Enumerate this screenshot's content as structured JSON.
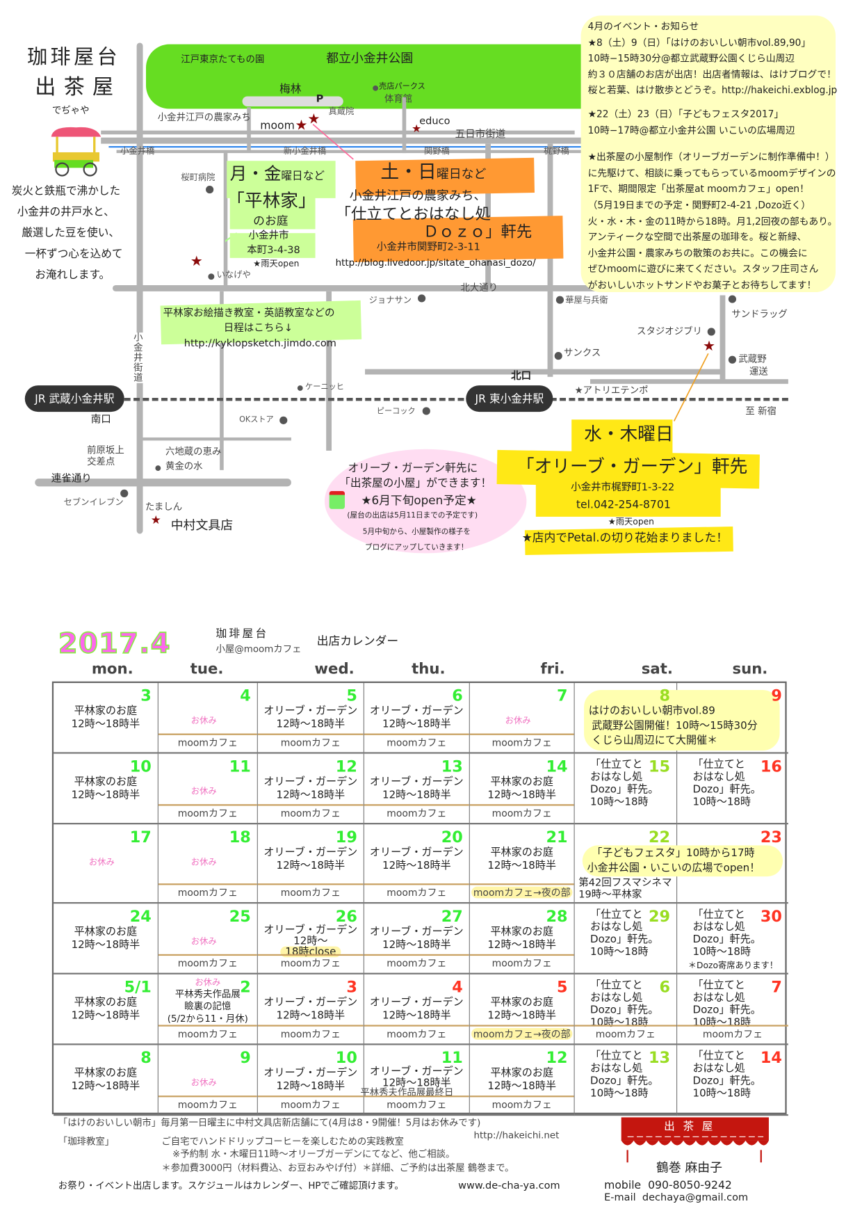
{
  "brand": {
    "title1": "珈琲屋台",
    "title2": "出茶屋",
    "reading": "でぢゃや",
    "intro": [
      "炭火と鉄瓶で沸かした",
      "小金井の井戸水と、",
      "厳選した豆を使い、",
      "一杯ずつ心を込めて",
      "お淹れします。"
    ]
  },
  "map": {
    "park": "都立小金井公園",
    "tatemono": "江戸東京たてもの園",
    "bairin": "梅林",
    "parking": "P",
    "parks_shop": "売店パークス",
    "gym": "体育館",
    "noukamichi": "小金井江戸の農家みち",
    "shinzoin": "真蔵院",
    "moom": "moom",
    "educo": "educo",
    "itsukaichi": "五日市街道",
    "bridges": [
      "小金井橋",
      "新小金井橋",
      "関野橋",
      "梶野橋"
    ],
    "sakuramachi": "桜町病院",
    "inageya": "いなげや",
    "jonathan": "ジョナサン",
    "kitaodori": "北大通り",
    "hanaya": "華屋与兵衛",
    "sundrug": "サンドラッグ",
    "ghibli": "スタジオジブリ",
    "sunkus": "サンクス",
    "musashino_unso": [
      "武蔵野",
      "運送"
    ],
    "koganei_kaido": "小金井街道",
    "st_musashikoganei": "JR 武蔵小金井駅",
    "minamiguchi": "南口",
    "konig": "ケーニッヒ",
    "kitaguchi": "北口",
    "st_higashikoganei": "JR 東小金井駅",
    "atelier": "★アトリエテンポ",
    "to_shinjuku": "至 新宿",
    "peacock": "ピーコック",
    "okstore": "OKストア",
    "maehara": [
      "前原坂上",
      "交差点"
    ],
    "rokujizo": "六地蔵の恵み",
    "ougon": "黄金の水",
    "renjaku": "連雀通り",
    "seven": "セブンイレブン",
    "tamashin": "たましん",
    "nakamura": "中村文具店"
  },
  "venues": {
    "hirabayashi": {
      "days": "月・金",
      "days_suffix": "曜日など",
      "name": "「平林家」",
      "sub": "のお庭",
      "city": "小金井市",
      "addr": "本町3-4-38",
      "rain": "★雨天open"
    },
    "dozo": {
      "days": "土・日",
      "days_suffix": "曜日など",
      "line1": "小金井江戸の農家みち、",
      "line2": "「仕立てとおはなし処",
      "line3": "Ｄｏｚｏ」軒先",
      "addr": "小金井市関野町2-3-11",
      "url": "http://blog.livedoor.jp/sitate_ohanasi_dozo/"
    },
    "olive": {
      "days": "水・木曜日",
      "name": "「オリーブ・ガーデン」軒先",
      "addr": "小金井市梶野町1-3-22",
      "tel": "tel.042-254-8701",
      "rain": "★雨天open",
      "petal": "★店内でPetal.の切り花始まりました！"
    },
    "class_note": {
      "line1": "平林家お絵描き教室・英語教室などの",
      "line2": "日程はこちら↓",
      "url": "http://kyklopsketch.jimdo.com"
    },
    "koya": [
      "オリーブ・ガーデン軒先に",
      "「出茶屋の小屋」ができます！",
      "★6月下旬open予定★",
      "(屋台の出店は5月11日までの予定です)",
      "5月中旬から、小屋製作の様子を",
      "ブログにアップしていきます！"
    ]
  },
  "notice": {
    "title": "4月のイベント・お知らせ",
    "lines": [
      "★8（土）9（日）「はけのおいしい朝市vol.89,90」",
      "10時−15時30分@都立武蔵野公園くじら山周辺",
      "約３０店舗のお店が出店！出店者情報は、はけブログで！",
      "桜と若葉、はけ散歩とどうぞ。http://hakeichi.exblog.jp",
      "★22（土）23（日）「子どもフェスタ2017」",
      "10時−17時@都立小金井公園 いこいの広場周辺",
      "★出茶屋の小屋制作（オリーブガーデンに制作準備中！）",
      "に先駆けて、相談に乗ってもらっているmoomデザインの",
      "1Fで、期間限定「出茶屋at moomカフェ」open！",
      "（5月19日までの予定・関野町2-4-21 ,Dozo近く）",
      "火・水・木・金の11時から18時。月1,2回夜の部もあり。",
      "アンティークな空間で出茶屋の珈琲を。桜と新緑、",
      "小金井公園・農家みちの散策のお共に。この機会に",
      "ぜひmoomに遊びに来てください。スタッフ庄司さん",
      "がおいしいホットサンドやお菓子とお待ちしてます！"
    ]
  },
  "calendar": {
    "month": "2017.4",
    "sub1": "珈琲屋台",
    "sub2": "小屋@moomカフェ",
    "title": "出店カレンダー",
    "colors": {
      "green": "#33ee33",
      "lime": "#99dd22",
      "red": "#ff3322"
    },
    "weekdays": [
      "mon.",
      "tue.",
      "wed.",
      "thu.",
      "fri.",
      "sat.",
      "sun."
    ],
    "weeks": [
      {
        "days": [
          {
            "n": "3",
            "c": "green",
            "lines": [
              "平林家のお庭",
              "12時〜18時半"
            ]
          },
          {
            "n": "4",
            "c": "green",
            "off": "お休み",
            "foot": "moomカフェ"
          },
          {
            "n": "5",
            "c": "green",
            "lines": [
              "オリーブ・ガーデン",
              "12時〜18時半"
            ],
            "foot": "moomカフェ"
          },
          {
            "n": "6",
            "c": "green",
            "lines": [
              "オリーブ・ガーデン",
              "12時〜18時半"
            ],
            "foot": "moomカフェ"
          },
          {
            "n": "7",
            "c": "green",
            "off": "お休み",
            "foot": "moomカフェ"
          },
          {
            "n": "8",
            "c": "lime"
          },
          {
            "n": "9",
            "c": "red"
          }
        ]
      },
      {
        "days": [
          {
            "n": "10",
            "c": "green",
            "lines": [
              "平林家のお庭",
              "12時〜18時半"
            ]
          },
          {
            "n": "11",
            "c": "green",
            "off": "お休み",
            "foot": "moomカフェ"
          },
          {
            "n": "12",
            "c": "green",
            "lines": [
              "オリーブ・ガーデン",
              "12時〜18時半"
            ],
            "foot": "moomカフェ"
          },
          {
            "n": "13",
            "c": "green",
            "lines": [
              "オリーブ・ガーデン",
              "12時〜18時半"
            ],
            "foot": "moomカフェ"
          },
          {
            "n": "14",
            "c": "green",
            "lines": [
              "平林家のお庭",
              "12時〜18時半"
            ],
            "foot": "moomカフェ"
          },
          {
            "n": "15",
            "c": "lime",
            "lines": [
              "「仕立てと",
              "おはなし処",
              "Dozo」軒先。",
              "10時〜18時"
            ]
          },
          {
            "n": "16",
            "c": "red",
            "lines": [
              "「仕立てと",
              "おはなし処",
              "Dozo」軒先。",
              "10時〜18時"
            ]
          }
        ]
      },
      {
        "days": [
          {
            "n": "17",
            "c": "green",
            "off": "お休み"
          },
          {
            "n": "18",
            "c": "green",
            "off": "お休み",
            "foot": "moomカフェ"
          },
          {
            "n": "19",
            "c": "green",
            "lines": [
              "オリーブ・ガーデン",
              "12時〜18時半"
            ],
            "foot": "moomカフェ"
          },
          {
            "n": "20",
            "c": "green",
            "lines": [
              "オリーブ・ガーデン",
              "12時〜18時半"
            ],
            "foot": "moomカフェ"
          },
          {
            "n": "21",
            "c": "green",
            "lines": [
              "平林家のお庭",
              "12時〜18時半"
            ],
            "foot": "moomカフェ→夜の部",
            "hi": true
          },
          {
            "n": "22",
            "c": "lime"
          },
          {
            "n": "23",
            "c": "red"
          }
        ]
      },
      {
        "days": [
          {
            "n": "24",
            "c": "green",
            "lines": [
              "平林家のお庭",
              "12時〜18時半"
            ]
          },
          {
            "n": "25",
            "c": "green",
            "off": "お休み",
            "foot": "moomカフェ"
          },
          {
            "n": "26",
            "c": "green",
            "lines": [
              "オリーブ・ガーデン",
              "12時〜",
              "18時close"
            ],
            "foot": "moomカフェ"
          },
          {
            "n": "27",
            "c": "green",
            "lines": [
              "オリーブ・ガーデン",
              "12時〜18時半"
            ],
            "foot": "moomカフェ"
          },
          {
            "n": "28",
            "c": "green",
            "lines": [
              "平林家のお庭",
              "12時〜18時半"
            ],
            "foot": "moomカフェ"
          },
          {
            "n": "29",
            "c": "lime",
            "lines": [
              "「仕立てと",
              "おはなし処",
              "Dozo」軒先。",
              "10時〜18時"
            ]
          },
          {
            "n": "30",
            "c": "red",
            "lines": [
              "「仕立てと",
              "おはなし処",
              "Dozo」軒先。",
              "10時〜18時"
            ],
            "note": "＊Dozo寄席あります！"
          }
        ]
      },
      {
        "days": [
          {
            "n": "5/1",
            "c": "green",
            "lines": [
              "平林家のお庭",
              "12時〜18時半"
            ]
          },
          {
            "n": "2",
            "c": "green",
            "off": "お休み",
            "lines": [
              "平林秀夫作品展",
              "瞼裏の記憶",
              "(5/2から11・月休)"
            ],
            "foot": "moomカフェ"
          },
          {
            "n": "3",
            "c": "red",
            "lines": [
              "オリーブ・ガーデン",
              "12時〜18時半"
            ],
            "foot": "moomカフェ"
          },
          {
            "n": "4",
            "c": "red",
            "lines": [
              "オリーブ・ガーデン",
              "12時〜18時半"
            ],
            "foot": "moomカフェ"
          },
          {
            "n": "5",
            "c": "red",
            "lines": [
              "平林家のお庭",
              "12時〜18時半"
            ],
            "foot": "moomカフェ→夜の部",
            "hi": true
          },
          {
            "n": "6",
            "c": "lime",
            "lines": [
              "「仕立てと",
              "おはなし処",
              "Dozo」軒先。",
              "10時〜18時"
            ],
            "foot": "moomカフェ"
          },
          {
            "n": "7",
            "c": "red",
            "lines": [
              "「仕立てと",
              "おはなし処",
              "Dozo」軒先。",
              "10時〜18時"
            ],
            "foot": "moomカフェ"
          }
        ]
      },
      {
        "days": [
          {
            "n": "8",
            "c": "green",
            "lines": [
              "平林家のお庭",
              "12時〜18時半"
            ]
          },
          {
            "n": "9",
            "c": "green",
            "off": "お休み",
            "foot": "moomカフェ"
          },
          {
            "n": "10",
            "c": "green",
            "lines": [
              "オリーブ・ガーデン",
              "12時〜18時半"
            ],
            "foot": "moomカフェ"
          },
          {
            "n": "11",
            "c": "green",
            "lines": [
              "オリーブ・ガーデン",
              "12時〜18時半"
            ],
            "foot": "moomカフェ",
            "footnote": "平林秀夫作品展最終日"
          },
          {
            "n": "12",
            "c": "green",
            "lines": [
              "平林家のお庭",
              "12時〜18時半"
            ],
            "foot": "moomカフェ"
          },
          {
            "n": "13",
            "c": "lime",
            "lines": [
              "「仕立てと",
              "おはなし処",
              "Dozo」軒先。",
              "10時〜18時"
            ]
          },
          {
            "n": "14",
            "c": "red",
            "lines": [
              "「仕立てと",
              "おはなし処",
              "Dozo」軒先。",
              "10時〜18時"
            ]
          }
        ]
      }
    ],
    "banner_hakeichi": [
      "はけのおいしい朝市vol.89",
      "武蔵野公園開催！10時〜15時30分",
      "くじら山周辺にて大開催＊"
    ],
    "banner_festa": [
      "「子どもフェスタ」10時から17時",
      "小金井公園・いこいの広場でopen！"
    ],
    "cinema": [
      "第42回フスマシネマ",
      "19時〜平林家"
    ]
  },
  "footer": {
    "hakeichi": "「はけのおいしい朝市」毎月第一日曜主に中村文具店新店舗にて(4月は8・9開催！5月はお休みです)",
    "hakeichi_url": "http://hakeichi.net",
    "class_label": "「珈琲教室」",
    "class_lines": [
      "ご自宅でハンドドリップコーヒーを楽しむための実践教室",
      "※予約制 水・木曜日11時〜オリーブガーデンにてなど、他ご相談。",
      "＊参加費3000円（材料費込、お豆おみやげ付）＊詳細、ご予約は出茶屋 鶴巻まで。"
    ],
    "events": "お祭り・イベント出店します。スケジュールはカレンダー、HPでご確認頂けます。",
    "web": "www.de-cha-ya.com",
    "logo": "出 茶 屋",
    "owner": "鶴巻 麻由子",
    "mobile": "mobile  090-8050-9242",
    "email": "E-mail  dechaya@gmail.com"
  }
}
